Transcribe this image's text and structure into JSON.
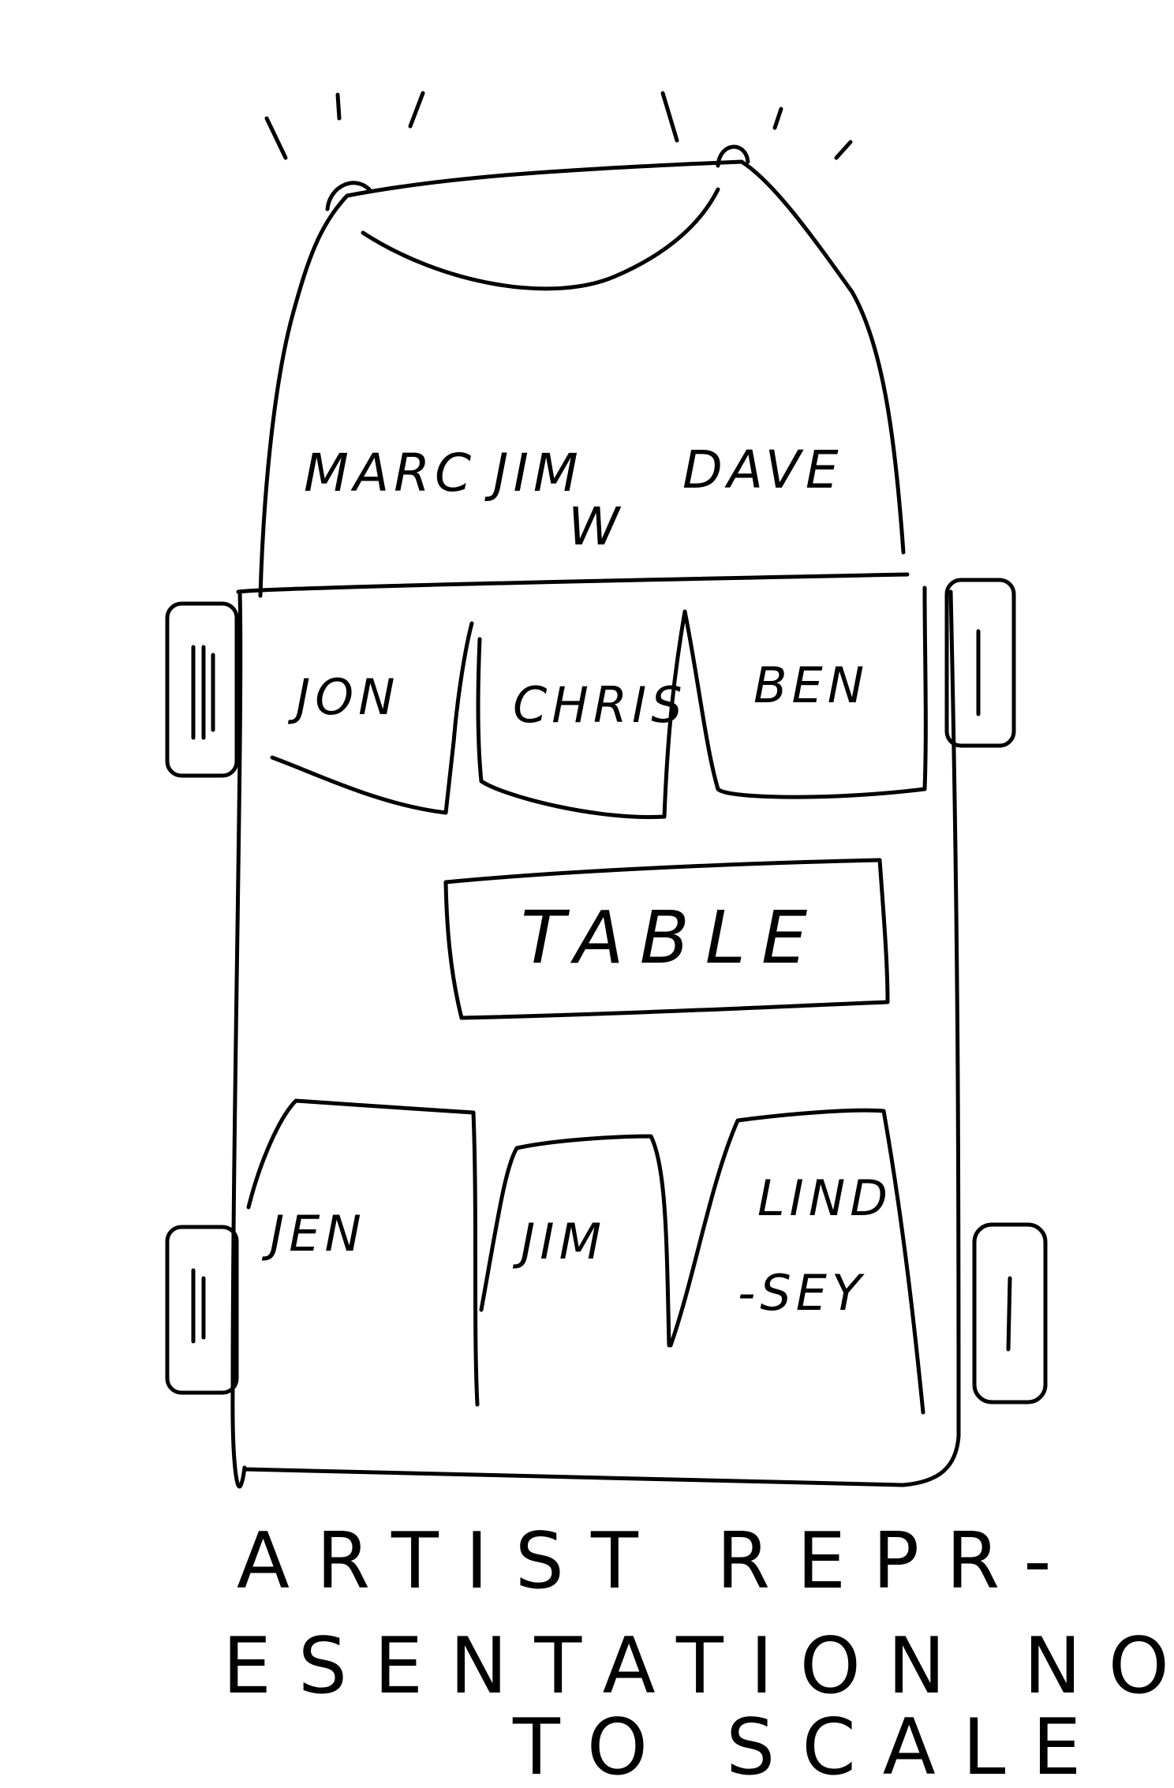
{
  "front_row": [
    "MARC",
    "JIM",
    "DAVE"
  ],
  "front_extra": "W",
  "middle_row": [
    "JON",
    "CHRIS",
    "BEN"
  ],
  "table": "TABLE",
  "back_row": [
    "JEN",
    "JIM",
    "LIND",
    "-SEY"
  ],
  "caption": {
    "line1": "ARTIST REPR-",
    "line2": "ESENTATION NOT",
    "line3": "TO SCALE"
  }
}
